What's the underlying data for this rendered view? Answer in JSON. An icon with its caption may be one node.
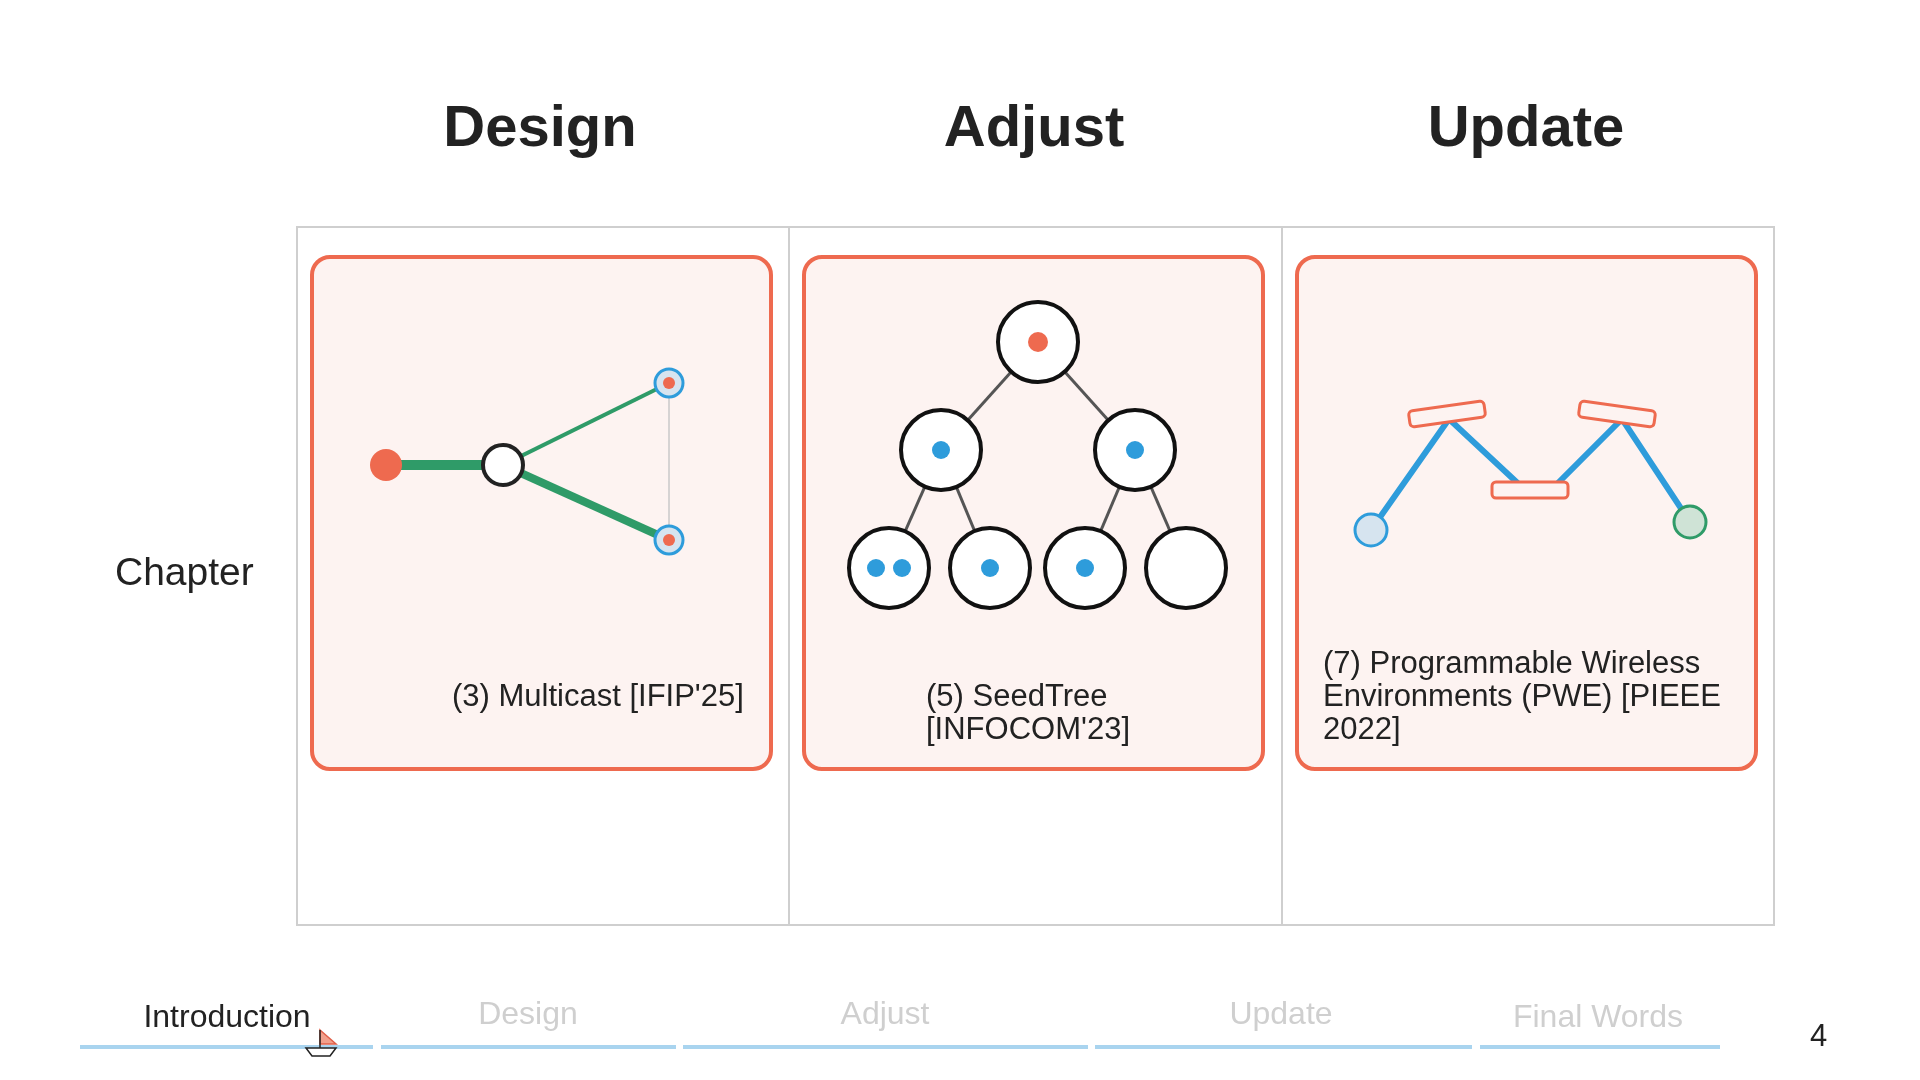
{
  "diagram": {
    "nodes": [
      {
        "text": [
          "(3) Multicast [IFIP'25]"
        ]
      },
      {
        "text": [
          "(5) SeedTree [INFOCOM'23]"
        ]
      },
      {
        "text": [
          "(7) Programmable Wireless Environments (PWE) [PIEEE 2022]"
        ]
      }
    ],
    "edges": [],
    "labels": [
      "Design",
      "Adjust",
      "Update",
      "Chapter",
      "Introduction",
      "Design",
      "Adjust",
      "Update",
      "Final Words",
      "4"
    ]
  }
}
